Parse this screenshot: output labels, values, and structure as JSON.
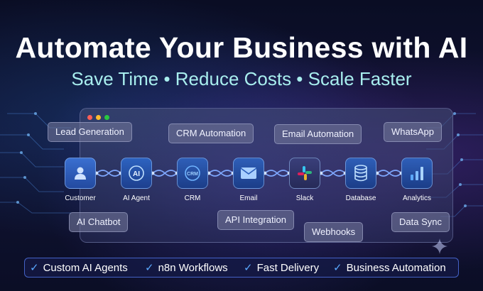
{
  "header": {
    "title": "Automate Your Business with AI",
    "subtitle": "Save Time • Reduce Costs • Scale Faster"
  },
  "colors": {
    "background": "#0b0f2a",
    "subtitle": "#a8eeee",
    "accent": "#5aa8ff",
    "chain": "#7fa8ff"
  },
  "tags": {
    "lead_generation": "Lead Generation",
    "crm_automation": "CRM Automation",
    "email_automation": "Email Automation",
    "whatsapp": "WhatsApp",
    "ai_chatbot": "AI Chatbot",
    "api_integration": "API Integration",
    "webhooks": "Webhooks",
    "data_sync": "Data Sync"
  },
  "workflow": {
    "nodes": [
      {
        "label": "Customer",
        "icon": "user-icon"
      },
      {
        "label": "AI Agent",
        "icon": "ai-icon"
      },
      {
        "label": "CRM",
        "icon": "crm-icon"
      },
      {
        "label": "Email",
        "icon": "envelope-icon"
      },
      {
        "label": "Slack",
        "icon": "slack-icon"
      },
      {
        "label": "Database",
        "icon": "database-icon"
      },
      {
        "label": "Analytics",
        "icon": "bar-chart-icon"
      }
    ],
    "ai_icon_text": "AI",
    "crm_icon_text": "CRM"
  },
  "features": [
    "Custom AI Agents",
    "n8n Workflows",
    "Fast Delivery",
    "Business Automation"
  ]
}
